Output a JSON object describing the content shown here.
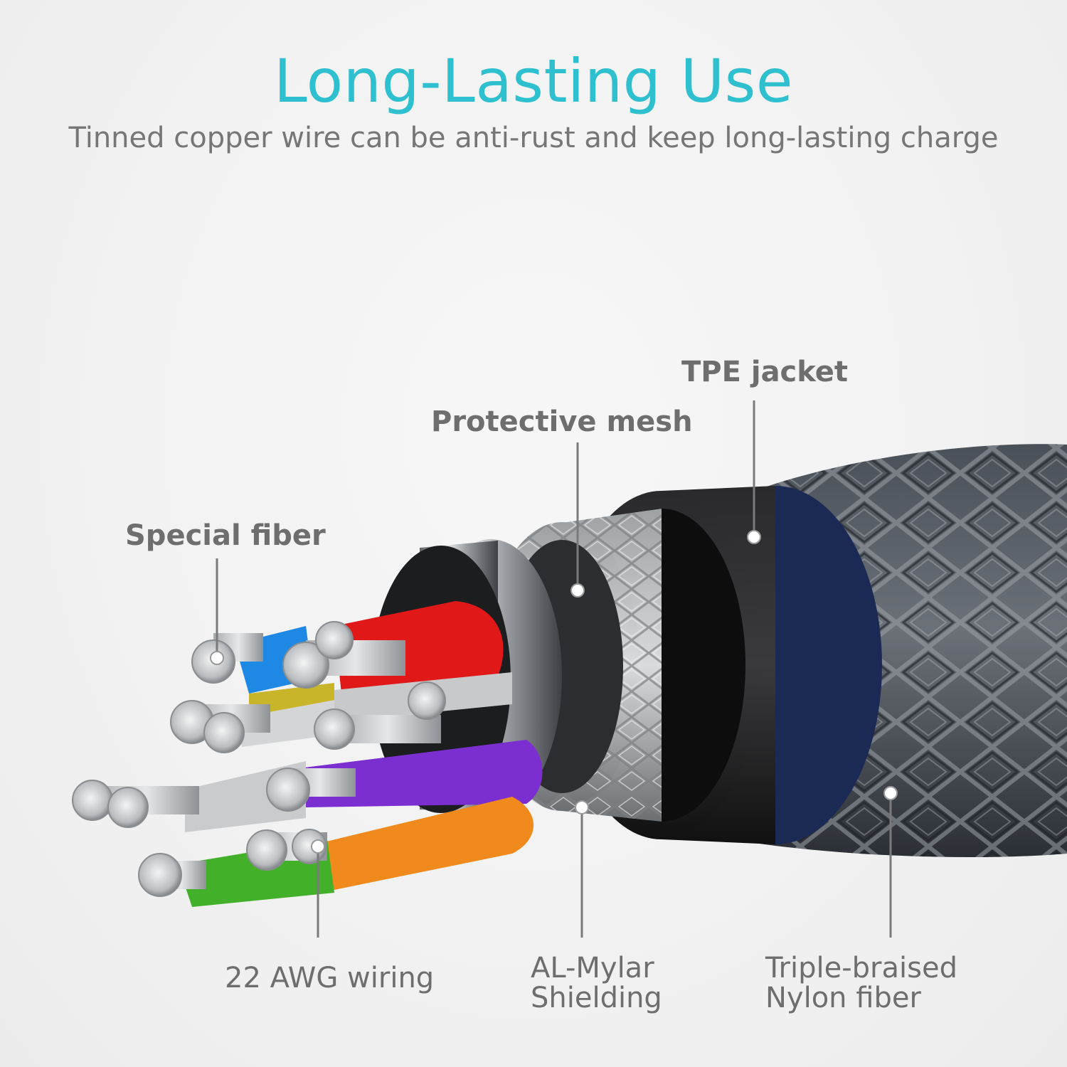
{
  "header": {
    "title": "Long-Lasting Use",
    "subtitle": "Tinned copper wire can be anti-rust and keep long-lasting charge"
  },
  "callouts": {
    "special_fiber": "Special fiber",
    "protective_mesh": "Protective mesh",
    "tpe_jacket": "TPE jacket",
    "awg_wiring": "22 AWG wiring",
    "al_mylar_line1": "AL-Mylar",
    "al_mylar_line2": "Shielding",
    "nylon_line1": "Triple-braised",
    "nylon_line2": "Nylon fiber"
  },
  "colors": {
    "title": "#2fc0cf",
    "subtitle": "#767676",
    "labels": "#6e6e6e",
    "wire_blue": "#1e88e5",
    "wire_red": "#e01818",
    "wire_purple": "#7b2fd0",
    "wire_orange": "#f08a1c",
    "wire_green": "#43b02a",
    "wire_yellow": "#c9b52a"
  }
}
